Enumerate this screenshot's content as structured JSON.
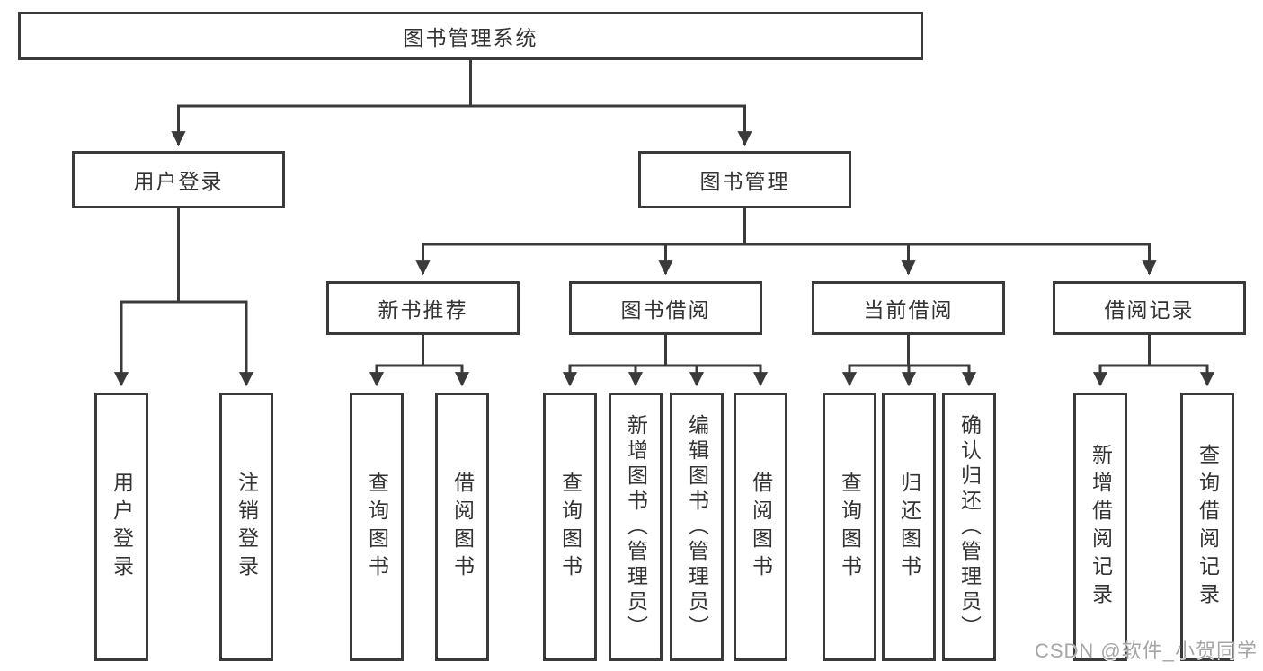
{
  "diagram": {
    "root": {
      "label": "图书管理系统"
    },
    "level2": [
      {
        "label": "用户登录"
      },
      {
        "label": "图书管理"
      }
    ],
    "level3": [
      {
        "label": "新书推荐"
      },
      {
        "label": "图书借阅"
      },
      {
        "label": "当前借阅"
      },
      {
        "label": "借阅记录"
      }
    ],
    "leaves": [
      {
        "label": "用户登录"
      },
      {
        "label": "注销登录"
      },
      {
        "label": "查询图书"
      },
      {
        "label": "借阅图书"
      },
      {
        "label": "查询图书"
      },
      {
        "label": "新增图书（管理员）"
      },
      {
        "label": "编辑图书（管理员）"
      },
      {
        "label": "借阅图书"
      },
      {
        "label": "查询图书"
      },
      {
        "label": "归还图书"
      },
      {
        "label": "确认归还（管理员）"
      },
      {
        "label": "新增借阅记录"
      },
      {
        "label": "查询借阅记录"
      }
    ],
    "colors": {
      "line": "#3a3a3a",
      "text": "#333333",
      "background": "#ffffff",
      "watermark": "#a6a6a6"
    }
  },
  "watermark": {
    "text": "CSDN @软件_小贺同学"
  }
}
